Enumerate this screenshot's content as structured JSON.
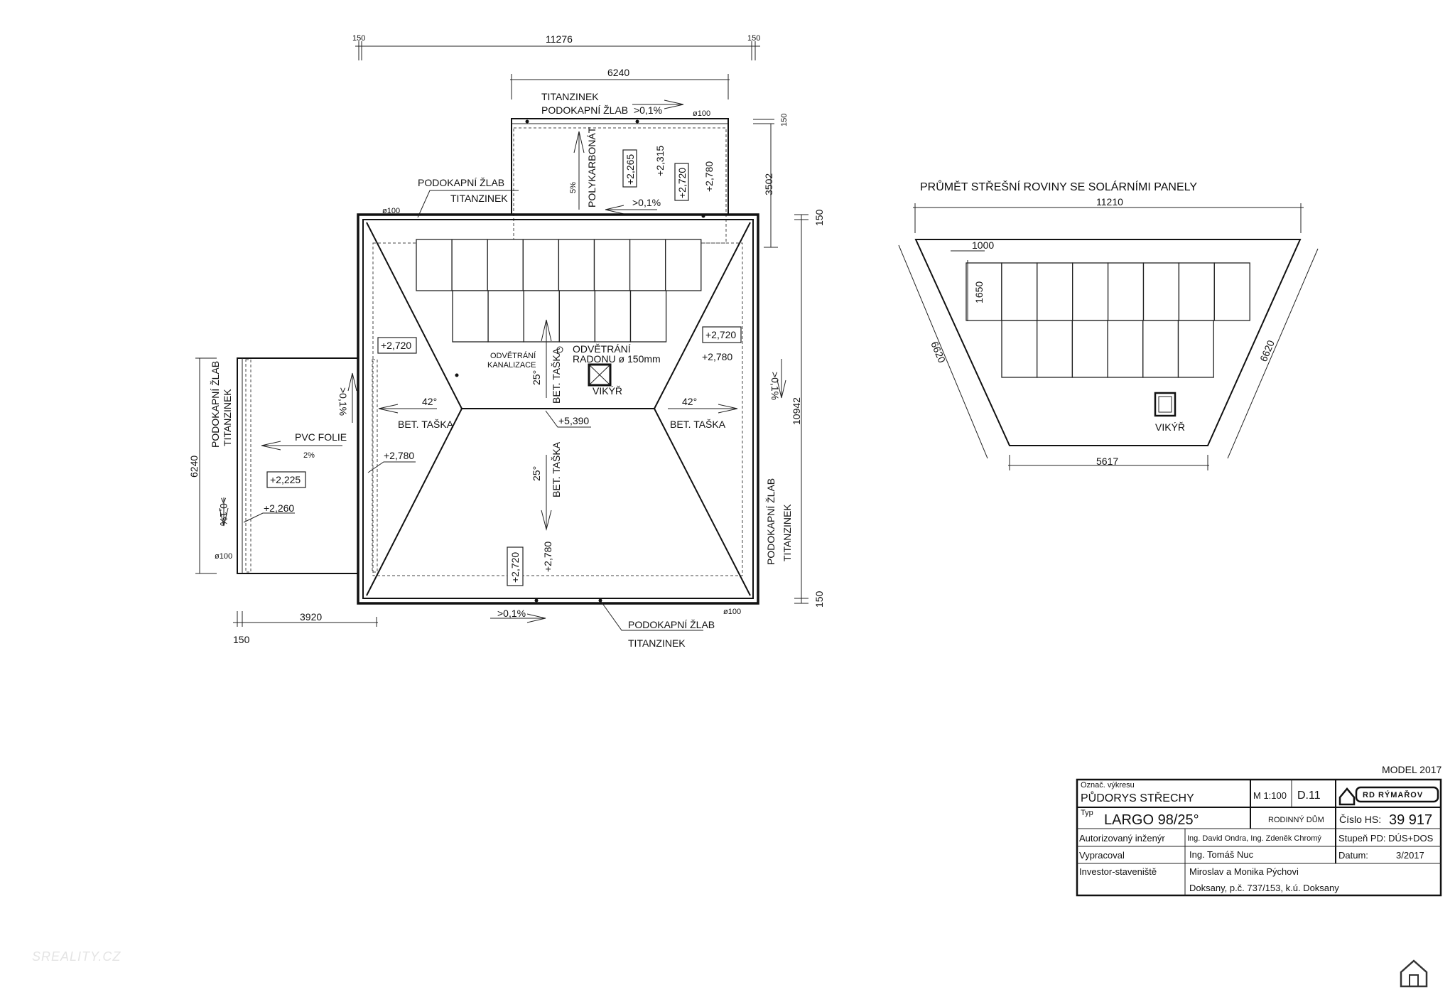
{
  "plan": {
    "dims": {
      "top_left": "150",
      "top_total": "11276",
      "top_right": "150",
      "ext_top_width": "6240",
      "ext_top_depth": "3502",
      "ext_top_small": "150",
      "right_top": "150",
      "right_total": "10942",
      "right_bottom": "150",
      "left_ext_height": "6240",
      "left_ext_width": "3920",
      "left_ext_small": "150"
    },
    "top_ext": {
      "titanzinek": "TITANZINEK",
      "gutter": "PODOKAPNÍ ŽLAB",
      "slope1": ">0,1%",
      "pipe": "ø100",
      "lvl1": "+2,265",
      "lvl2": "+2,315",
      "lvl3": "+2,720",
      "lvl4": "+2,780",
      "slope_pct": "5%",
      "material": "POLYKARBONÁT",
      "slope2": ">0,1%"
    },
    "main": {
      "gutter_tl": "PODOKAPNÍ ŽLAB",
      "titanzinek_tl": "TITANZINEK",
      "pipe_tl": "ø100",
      "lvl_left": "+2,720",
      "vent_sewer_1": "ODVĚTRÁNÍ",
      "vent_sewer_2": "KANALIZACE",
      "angle_top": "25°",
      "tile_top": "BET. TAŠKA",
      "vent_radon_1": "ODVĚTRÁNÍ",
      "vent_radon_2": "RADONU ø 150mm",
      "dormer": "VIKÝŘ",
      "lvl_right_box": "+2,720",
      "lvl_right": "+2,780",
      "slope_right": ">0,1%",
      "angle_left": "42°",
      "tile_left": "BET. TAŠKA",
      "angle_right": "42°",
      "tile_right": "BET. TAŠKA",
      "ridge": "+5,390",
      "lvl_left2": "+2,780",
      "angle_bottom": "25°",
      "tile_bottom": "BET. TAŠKA",
      "lvl_bottom_box": "+2,720",
      "lvl_bottom": "+2,780",
      "slope_bottom": ">0,1%",
      "gutter_b": "PODOKAPNÍ ŽLAB",
      "titanzinek_b": "TITANZINEK",
      "pipe_b": "ø100",
      "gutter_r": "PODOKAPNÍ ŽLAB",
      "titanzinek_r": "TITANZINEK"
    },
    "left_ext": {
      "gutter": "PODOKAPNÍ ŽLAB",
      "titanzinek": "TITANZINEK",
      "material": "PVC FOLIE",
      "slope_pct": "2%",
      "slope_right": ">0,1%",
      "slope_left": ">0,1%",
      "lvl_box": "+2,225",
      "lvl": "+2,260",
      "pipe": "ø100"
    }
  },
  "solar": {
    "title": "PRŮMĚT STŘEŠNÍ ROVINY SE SOLÁRNÍMI PANELY",
    "width_top": "11210",
    "panel_width": "1000",
    "panel_height": "1650",
    "side_left": "6620",
    "side_right": "6620",
    "width_bottom": "5617",
    "dormer": "VIKÝŘ",
    "panels_top_row": 8,
    "panels_bottom_row": 6
  },
  "title_block": {
    "model": "MODEL 2017",
    "drawing_label": "Označ. výkresu",
    "drawing_name": "PŮDORYS STŘECHY",
    "scale": "M 1:100",
    "sheet": "D.11",
    "company": "RD RÝMAŘOV",
    "type_label": "Typ",
    "type_name": "LARGO 98/25°",
    "building": "RODINNÝ DŮM",
    "hs_label": "Číslo HS:",
    "hs_value": "39 917",
    "engineer_label": "Autorizovaný inženýr",
    "engineer": "Ing. David Ondra, Ing. Zdeněk Chromý",
    "stage": "Stupeň PD:  DÚS+DOS",
    "author_label": "Vypracoval",
    "author": "Ing. Tomáš Nuc",
    "date_label": "Datum:",
    "date": "3/2017",
    "investor_label": "Investor-staveniště",
    "investor": "Miroslav a Monika Pýchovi",
    "site": "Doksany, p.č. 737/153,   k.ú. Doksany"
  },
  "watermark": "SREALITY.CZ"
}
